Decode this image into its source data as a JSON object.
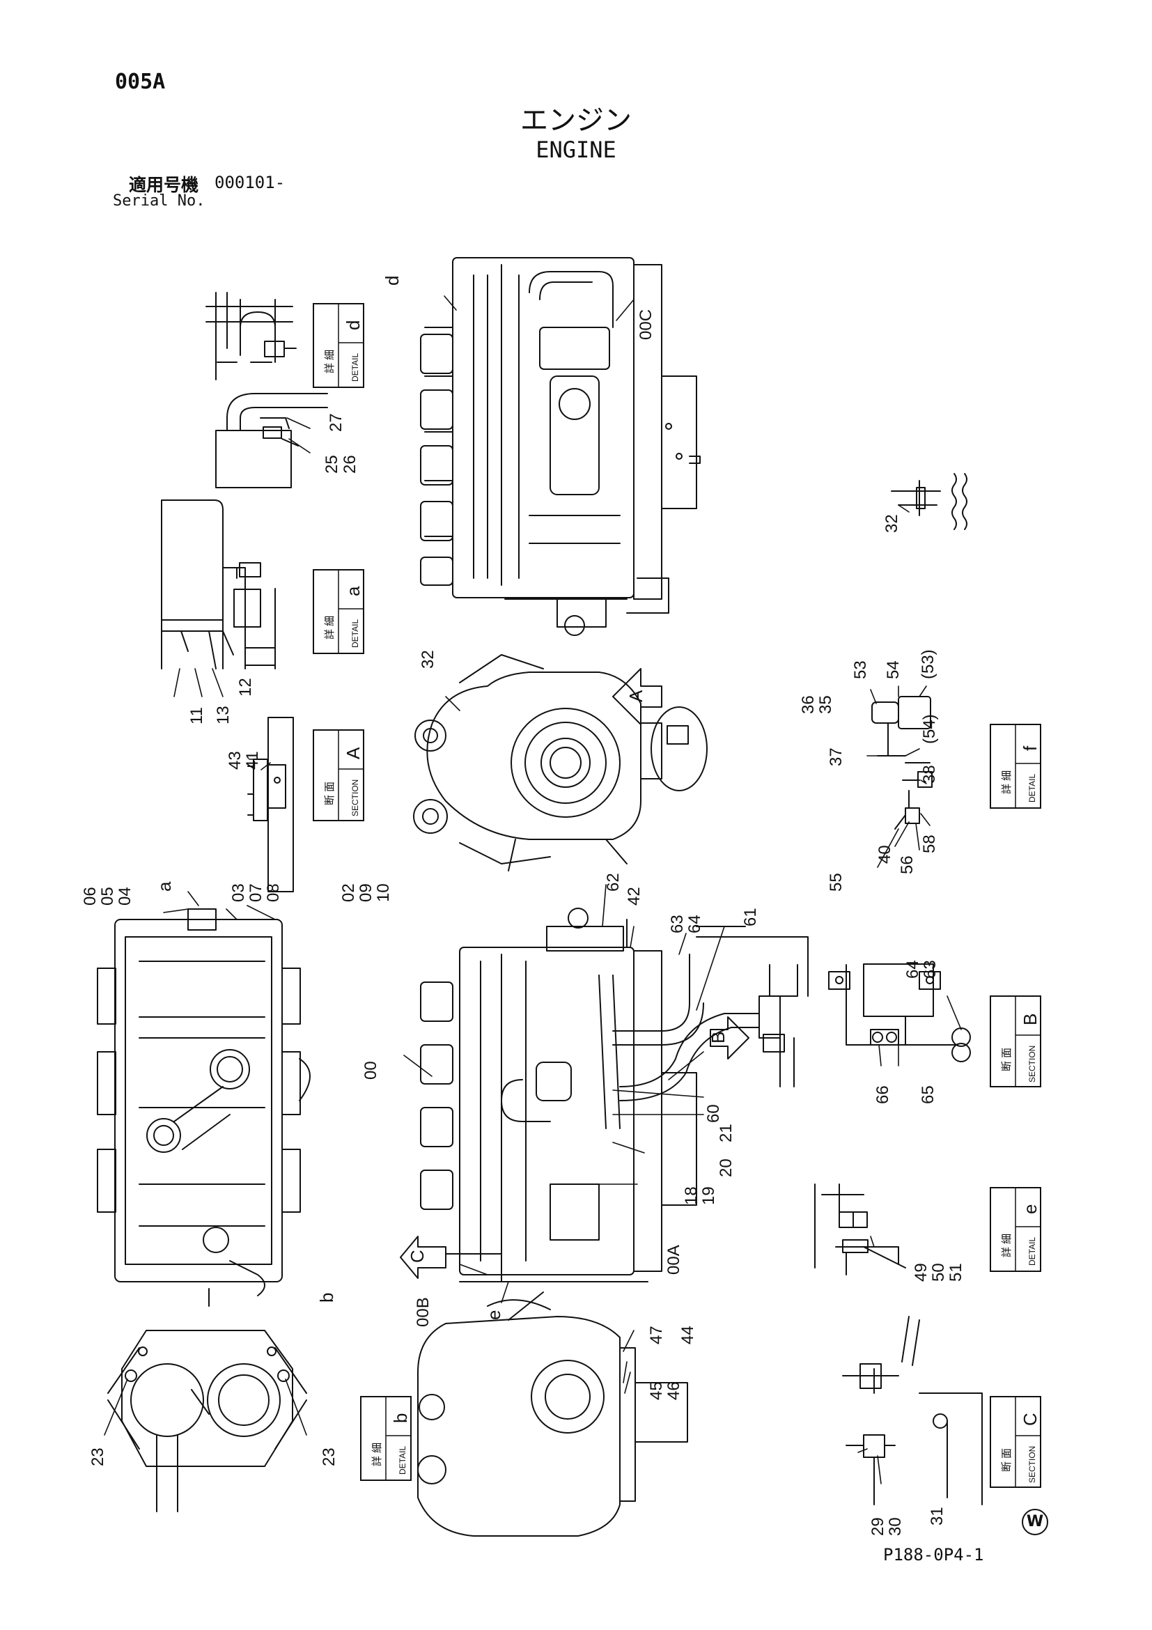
{
  "page_code": "005A",
  "title_jp": "エンジン",
  "title_en": "ENGINE",
  "serial": {
    "label_jp": "適用号機",
    "value": "000101-",
    "label_en": "Serial No."
  },
  "footer_code": "P188-0P4-1",
  "watermark": "W",
  "view_tags": [
    {
      "id": "detail-d",
      "jp": "詳 細",
      "en": "DETAIL",
      "letter": "d"
    },
    {
      "id": "detail-a",
      "jp": "詳 細",
      "en": "DETAIL",
      "letter": "a"
    },
    {
      "id": "section-a",
      "jp": "断 面",
      "en": "SECTION",
      "letter": "A"
    },
    {
      "id": "detail-f",
      "jp": "詳 細",
      "en": "DETAIL",
      "letter": "f"
    },
    {
      "id": "section-b",
      "jp": "断 面",
      "en": "SECTION",
      "letter": "B"
    },
    {
      "id": "detail-e",
      "jp": "詳 細",
      "en": "DETAIL",
      "letter": "e"
    },
    {
      "id": "detail-b",
      "jp": "詳 細",
      "en": "DETAIL",
      "letter": "b"
    },
    {
      "id": "section-c",
      "jp": "断 面",
      "en": "SECTION",
      "letter": "C"
    }
  ],
  "callouts": {
    "detail_d": [
      "27",
      "25",
      "26"
    ],
    "detail_a": [
      "11",
      "13",
      "12"
    ],
    "section_a": [
      "43",
      "41"
    ],
    "top_view": [
      "d",
      "00C"
    ],
    "rear_view": [
      "32"
    ],
    "sensor": [
      "32"
    ],
    "detail_f": [
      "36",
      "35",
      "53",
      "54",
      "(53)",
      "37",
      "(54)",
      "38",
      "55",
      "58",
      "40",
      "56"
    ],
    "plan_view": [
      "06",
      "05",
      "04",
      "a",
      "03",
      "07",
      "08",
      "02",
      "09",
      "10",
      "b"
    ],
    "side_view": [
      "62",
      "42",
      "63",
      "64",
      "61",
      "00",
      "60",
      "21",
      "20",
      "18",
      "19",
      "00A",
      "00B",
      "e"
    ],
    "section_b": [
      "64",
      "63",
      "66",
      "65"
    ],
    "detail_e": [
      "49",
      "50",
      "51"
    ],
    "front_view": [
      "47",
      "44",
      "45",
      "46"
    ],
    "detail_b": [
      "23",
      "23"
    ],
    "section_c": [
      "29",
      "30",
      "31"
    ]
  },
  "section_arrows": [
    "A",
    "B",
    "C"
  ]
}
